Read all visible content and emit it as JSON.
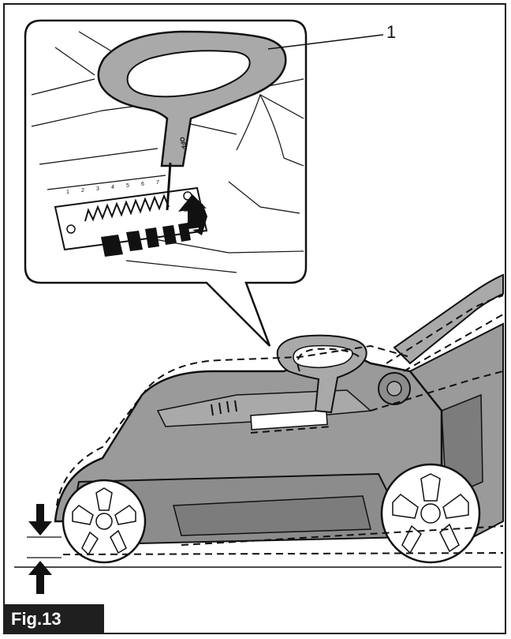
{
  "figure": {
    "label": "Fig.13",
    "callouts": [
      {
        "number": "1"
      }
    ],
    "scale_ticks": [
      "1",
      "2",
      "3",
      "4",
      "5",
      "6",
      "7"
    ],
    "lever_text": "OFF"
  },
  "colors": {
    "mower_body": "#9a9a9a",
    "mower_dark": "#7c7c7c",
    "handle": "#a9a9a9",
    "line": "#111111",
    "label_bg": "#1f1f1f"
  }
}
